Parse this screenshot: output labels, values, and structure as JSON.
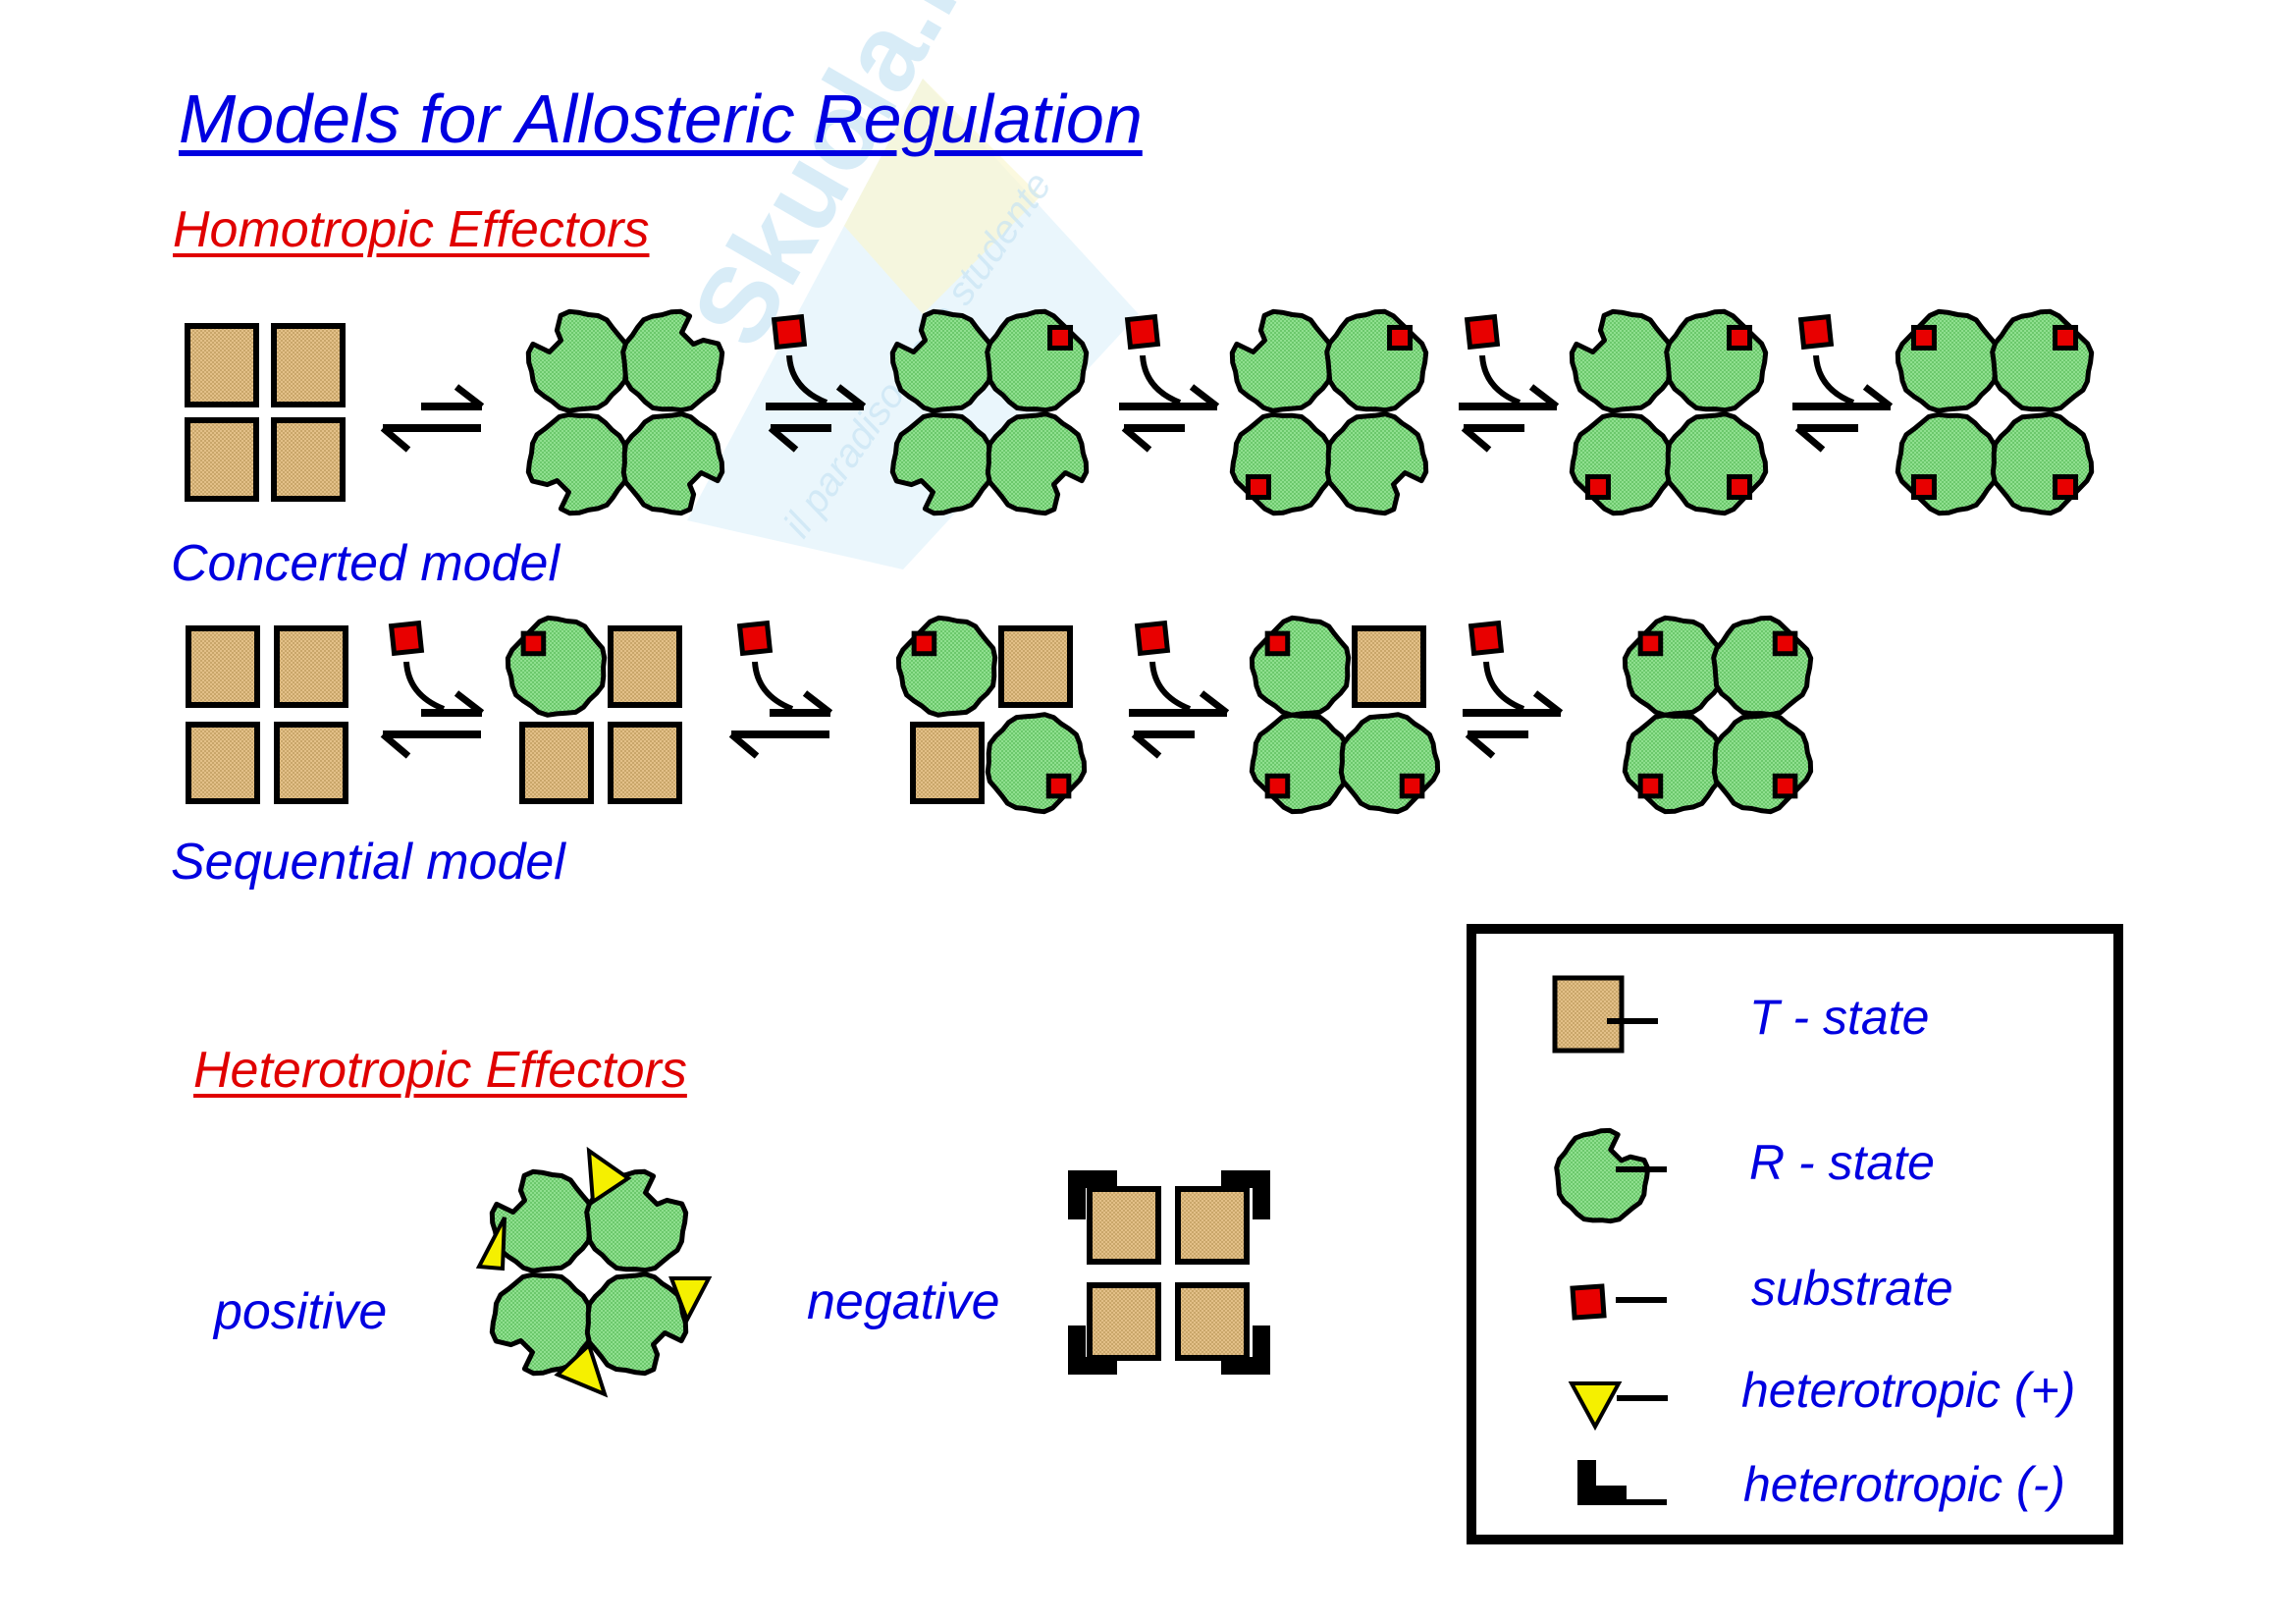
{
  "title": "Models for Allosteric Regulation",
  "sections": {
    "homotropic": {
      "heading": "Homotropic Effectors",
      "concerted": {
        "label": "Concerted model",
        "complexes": [
          {
            "subunits": [
              "T",
              "T",
              "T",
              "T"
            ],
            "bound": [
              false,
              false,
              false,
              false
            ]
          },
          {
            "subunits": [
              "R",
              "R",
              "R",
              "R"
            ],
            "bound": [
              false,
              false,
              false,
              false
            ]
          },
          {
            "subunits": [
              "R",
              "R",
              "R",
              "R"
            ],
            "bound": [
              false,
              true,
              false,
              false
            ]
          },
          {
            "subunits": [
              "R",
              "R",
              "R",
              "R"
            ],
            "bound": [
              false,
              true,
              true,
              false
            ]
          },
          {
            "subunits": [
              "R",
              "R",
              "R",
              "R"
            ],
            "bound": [
              false,
              true,
              true,
              true
            ]
          },
          {
            "subunits": [
              "R",
              "R",
              "R",
              "R"
            ],
            "bound": [
              true,
              true,
              true,
              true
            ]
          }
        ],
        "arrows": [
          {
            "from": 0,
            "to": 1,
            "substrate_added": false,
            "favored": "reverse"
          },
          {
            "from": 1,
            "to": 2,
            "substrate_added": true,
            "favored": "forward"
          },
          {
            "from": 2,
            "to": 3,
            "substrate_added": true,
            "favored": "forward"
          },
          {
            "from": 3,
            "to": 4,
            "substrate_added": true,
            "favored": "forward"
          },
          {
            "from": 4,
            "to": 5,
            "substrate_added": true,
            "favored": "forward"
          }
        ]
      },
      "sequential": {
        "label": "Sequential model",
        "complexes": [
          {
            "subunits": [
              "T",
              "T",
              "T",
              "T"
            ],
            "bound": [
              false,
              false,
              false,
              false
            ]
          },
          {
            "subunits": [
              "R",
              "T",
              "T",
              "T"
            ],
            "bound": [
              true,
              false,
              false,
              false
            ]
          },
          {
            "subunits": [
              "R",
              "T",
              "T",
              "R"
            ],
            "bound": [
              true,
              false,
              false,
              true
            ]
          },
          {
            "subunits": [
              "R",
              "T",
              "R",
              "R"
            ],
            "bound": [
              true,
              false,
              true,
              true
            ]
          },
          {
            "subunits": [
              "R",
              "R",
              "R",
              "R"
            ],
            "bound": [
              true,
              true,
              true,
              true
            ]
          }
        ],
        "arrows": [
          {
            "from": 0,
            "to": 1,
            "substrate_added": true,
            "favored": "reverse"
          },
          {
            "from": 1,
            "to": 2,
            "substrate_added": true,
            "favored": "reverse"
          },
          {
            "from": 2,
            "to": 3,
            "substrate_added": true,
            "favored": "forward"
          },
          {
            "from": 3,
            "to": 4,
            "substrate_added": true,
            "favored": "forward"
          }
        ]
      }
    },
    "heterotropic": {
      "heading": "Heterotropic Effectors",
      "positive": {
        "label": "positive",
        "state": "R",
        "effector": "heterotropic (+)",
        "effector_count": 4
      },
      "negative": {
        "label": "negative",
        "state": "T",
        "effector": "heterotropic (-)",
        "effector_count": 4
      }
    }
  },
  "legend": {
    "items": [
      {
        "symbol": "t-state-square-icon",
        "text": "T - state"
      },
      {
        "symbol": "r-state-circle-icon",
        "text": "R - state"
      },
      {
        "symbol": "substrate-square-icon",
        "text": "substrate"
      },
      {
        "symbol": "yellow-triangle-icon",
        "text": "heterotropic (+)"
      },
      {
        "symbol": "black-corner-icon",
        "text": "heterotropic (-)"
      }
    ]
  },
  "watermark": {
    "brand": "Skuola.net",
    "tagline": "il paradiso dello studente"
  },
  "colors": {
    "title_blue": "#0000e0",
    "heading_red": "#e00000",
    "t_state_fill": "#dcb878",
    "r_state_fill": "#80d880",
    "substrate_fill": "#e80000",
    "positive_effector_fill": "#f5f000",
    "negative_effector_fill": "#000000",
    "watermark_blue": "#c8e4f4",
    "watermark_yellow": "#f8f4c8"
  }
}
